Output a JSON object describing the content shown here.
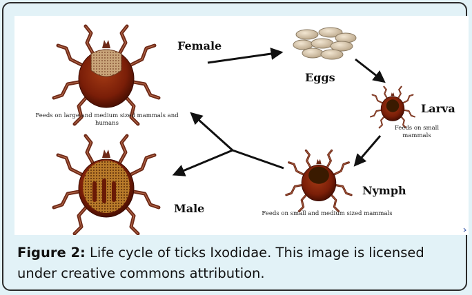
{
  "stages": {
    "female": {
      "label": "Female",
      "note": "Feeds on large and medium sized mammals and humans"
    },
    "eggs": {
      "label": "Eggs"
    },
    "larva": {
      "label": "Larva",
      "note": "Feeds on small mammals"
    },
    "nymph": {
      "label": "Nymph",
      "note": "Feeds on small and medium sized mammals"
    },
    "male": {
      "label": "Male"
    }
  },
  "caption": {
    "prefix": "Figure 2:",
    "text": " Life cycle of ticks Ixodidae. This image is licensed under creative commons attribution."
  },
  "colors": {
    "tick_body": "#7a1e08",
    "tick_legs": "#8a3a22",
    "scutum_female": "#c9a57a",
    "scutum_male": "#9a5a14",
    "eggs": "#d4c3a8",
    "arrow": "#111111",
    "page_bg": "#e2f2f7"
  }
}
